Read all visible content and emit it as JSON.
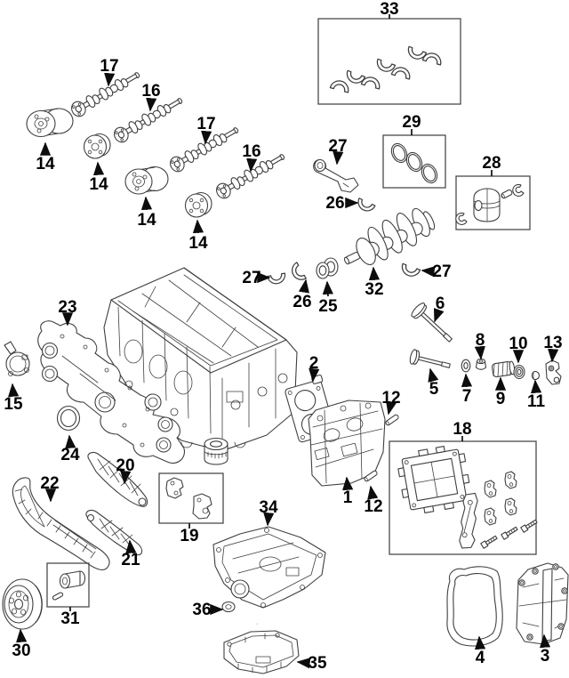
{
  "diagram": {
    "background": "#ffffff",
    "line_color": "#3f3f3f",
    "label_color": "#000000",
    "callouts": {
      "c1": {
        "label": "1"
      },
      "c2": {
        "label": "2"
      },
      "c3": {
        "label": "3"
      },
      "c4": {
        "label": "4"
      },
      "c5": {
        "label": "5"
      },
      "c6": {
        "label": "6"
      },
      "c7": {
        "label": "7"
      },
      "c8": {
        "label": "8"
      },
      "c9": {
        "label": "9"
      },
      "c10": {
        "label": "10"
      },
      "c11": {
        "label": "11"
      },
      "c12a": {
        "label": "12"
      },
      "c12b": {
        "label": "12"
      },
      "c13": {
        "label": "13"
      },
      "c14a": {
        "label": "14"
      },
      "c14b": {
        "label": "14"
      },
      "c14c": {
        "label": "14"
      },
      "c14d": {
        "label": "14"
      },
      "c15": {
        "label": "15"
      },
      "c16a": {
        "label": "16"
      },
      "c16b": {
        "label": "16"
      },
      "c17a": {
        "label": "17"
      },
      "c17b": {
        "label": "17"
      },
      "c18": {
        "label": "18"
      },
      "c19": {
        "label": "19"
      },
      "c20": {
        "label": "20"
      },
      "c21": {
        "label": "21"
      },
      "c22": {
        "label": "22"
      },
      "c23": {
        "label": "23"
      },
      "c24": {
        "label": "24"
      },
      "c25": {
        "label": "25"
      },
      "c26a": {
        "label": "26"
      },
      "c26b": {
        "label": "26"
      },
      "c27a": {
        "label": "27"
      },
      "c27b": {
        "label": "27"
      },
      "c27c": {
        "label": "27"
      },
      "c28": {
        "label": "28"
      },
      "c29": {
        "label": "29"
      },
      "c30": {
        "label": "30"
      },
      "c31": {
        "label": "31"
      },
      "c32": {
        "label": "32"
      },
      "c33": {
        "label": "33"
      },
      "c34": {
        "label": "34"
      },
      "c35": {
        "label": "35"
      },
      "c36": {
        "label": "36"
      }
    }
  }
}
